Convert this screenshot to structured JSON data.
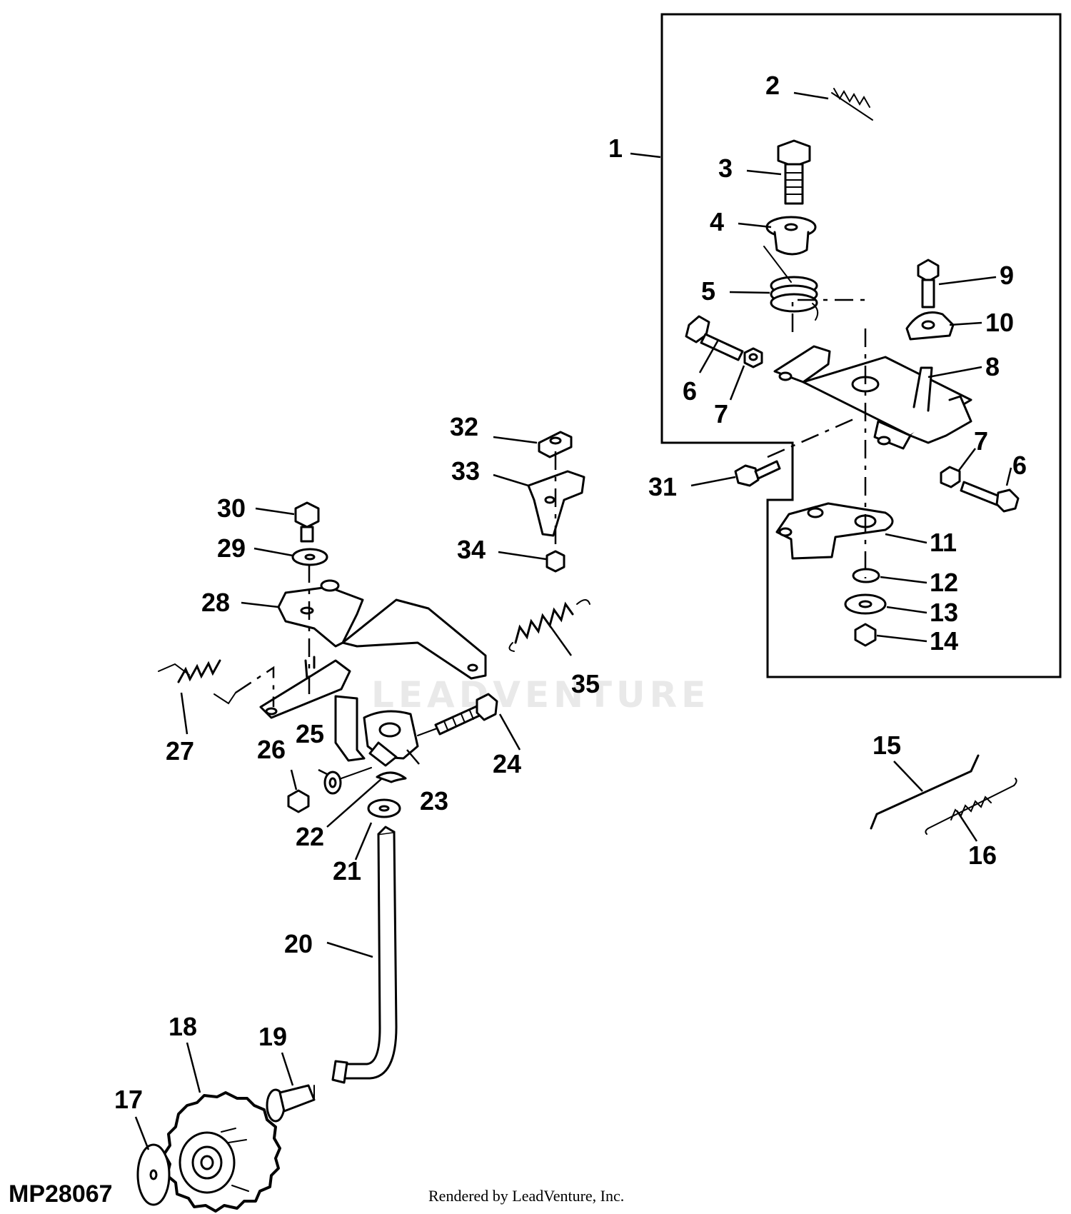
{
  "diagram": {
    "figure_id": "MP28067",
    "credit": "Rendered by LeadVenture, Inc.",
    "watermark": "LEADVENTURE",
    "callouts": [
      {
        "id": "1",
        "label": "1"
      },
      {
        "id": "2",
        "label": "2"
      },
      {
        "id": "3",
        "label": "3"
      },
      {
        "id": "4",
        "label": "4"
      },
      {
        "id": "5",
        "label": "5"
      },
      {
        "id": "6a",
        "label": "6"
      },
      {
        "id": "7a",
        "label": "7"
      },
      {
        "id": "8",
        "label": "8"
      },
      {
        "id": "9",
        "label": "9"
      },
      {
        "id": "10",
        "label": "10"
      },
      {
        "id": "7b",
        "label": "7"
      },
      {
        "id": "6b",
        "label": "6"
      },
      {
        "id": "11",
        "label": "11"
      },
      {
        "id": "12",
        "label": "12"
      },
      {
        "id": "13",
        "label": "13"
      },
      {
        "id": "14",
        "label": "14"
      },
      {
        "id": "15",
        "label": "15"
      },
      {
        "id": "16",
        "label": "16"
      },
      {
        "id": "17",
        "label": "17"
      },
      {
        "id": "18",
        "label": "18"
      },
      {
        "id": "19",
        "label": "19"
      },
      {
        "id": "20",
        "label": "20"
      },
      {
        "id": "21",
        "label": "21"
      },
      {
        "id": "22",
        "label": "22"
      },
      {
        "id": "23",
        "label": "23"
      },
      {
        "id": "24",
        "label": "24"
      },
      {
        "id": "25",
        "label": "25"
      },
      {
        "id": "26",
        "label": "26"
      },
      {
        "id": "27",
        "label": "27"
      },
      {
        "id": "28",
        "label": "28"
      },
      {
        "id": "29",
        "label": "29"
      },
      {
        "id": "30",
        "label": "30"
      },
      {
        "id": "31",
        "label": "31"
      },
      {
        "id": "32",
        "label": "32"
      },
      {
        "id": "33",
        "label": "33"
      },
      {
        "id": "34",
        "label": "34"
      },
      {
        "id": "35",
        "label": "35"
      }
    ]
  }
}
